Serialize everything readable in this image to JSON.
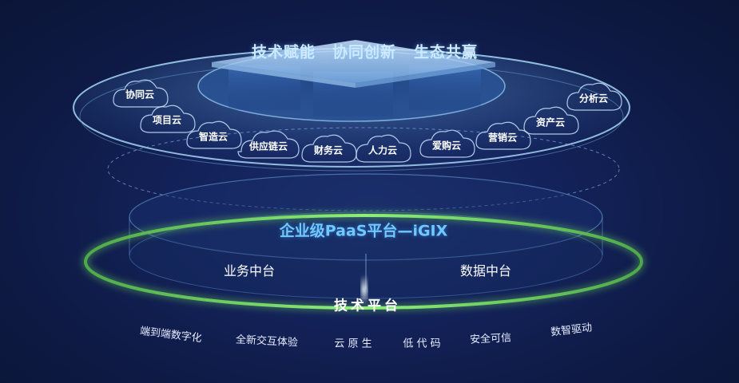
{
  "headline": {
    "item1": "技术赋能",
    "item2": "协同创新",
    "item3": "生态共赢"
  },
  "clouds": [
    "协同云",
    "项目云",
    "智造云",
    "供应链云",
    "财务云",
    "人力云",
    "爱购云",
    "营销云",
    "资产云",
    "分析云"
  ],
  "platform": {
    "title": "企业级PaaS平台—iGIX",
    "left": "业务中台",
    "right": "数据中台"
  },
  "tech_platform": "技术平台",
  "features": [
    "端到端数字化",
    "全新交互体验",
    "云 原 生",
    "低 代 码",
    "安全可信",
    "数智驱动"
  ],
  "colors": {
    "ring_green": "#6fd35a",
    "ring_blue": "#7fc3f0",
    "paas_text": "#6fc8ff",
    "background": "#13225a"
  }
}
